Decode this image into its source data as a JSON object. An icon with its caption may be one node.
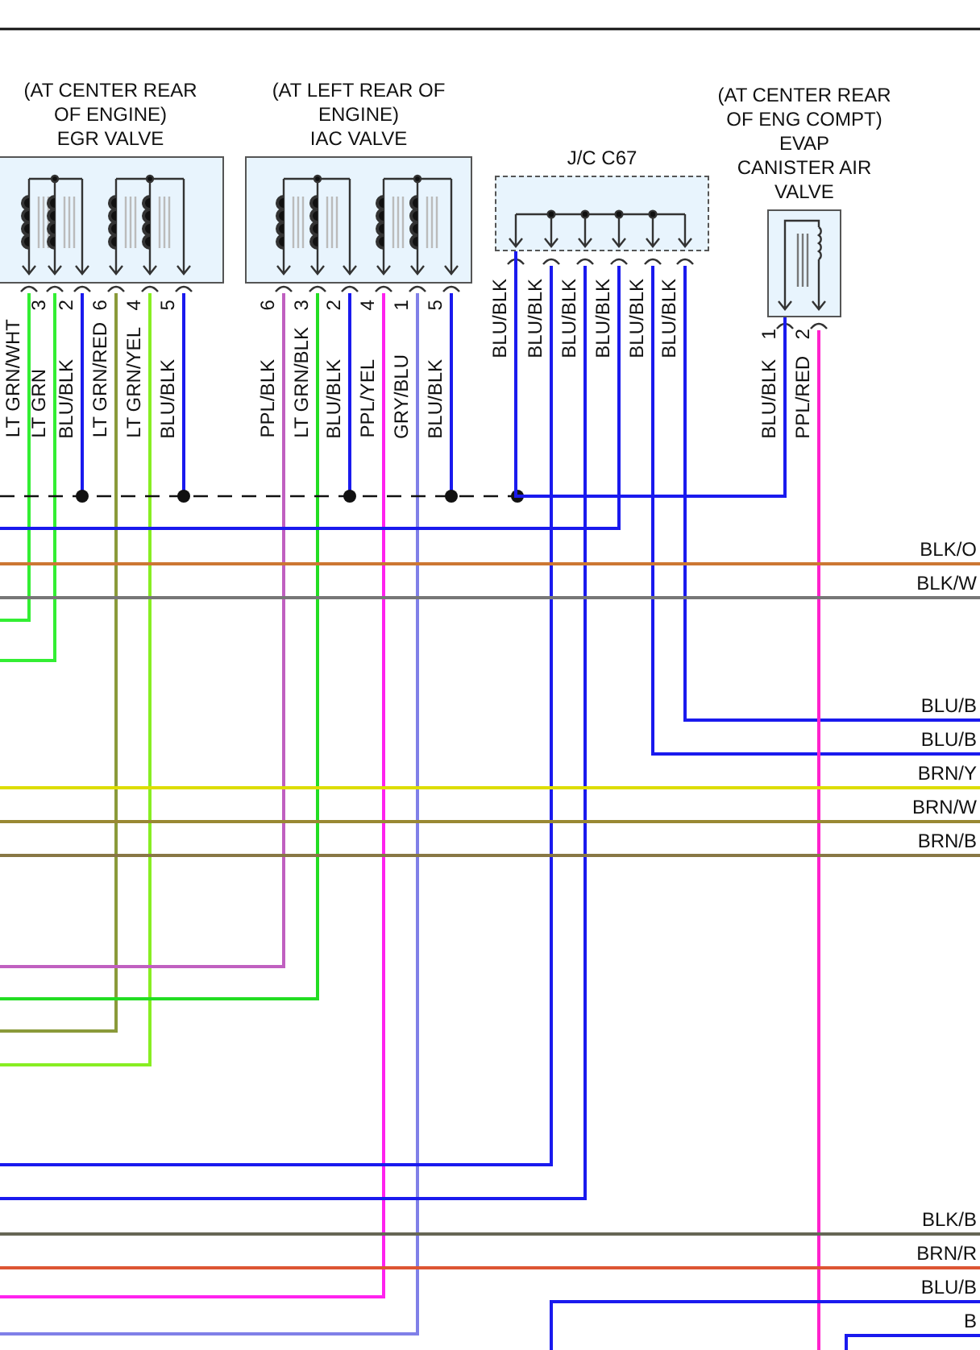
{
  "diagram": {
    "nodes": [
      {
        "text": [
          "(AT CENTER REAR OF ENGINE)",
          "EGR VALVE"
        ]
      },
      {
        "text": [
          "(AT LEFT REAR OF ENGINE)",
          "IAC VALVE"
        ]
      },
      {
        "text": [
          "J/C C67"
        ]
      },
      {
        "text": [
          "(AT CENTER REAR OF ENG COMPT)",
          "EVAP CANISTER AIR VALVE"
        ]
      }
    ],
    "edges": [
      {
        "from": 3,
        "to": 2,
        "arrow": "none"
      }
    ],
    "labels": [
      "LT GRN/WHT",
      "3",
      "LT GRN",
      "2",
      "BLU/BLK",
      "6",
      "LT GRN/RED",
      "4",
      "LT GRN/YEL",
      "5",
      "BLU/BLK",
      "6",
      "PPL/BLK",
      "3",
      "LT GRN/BLK",
      "2",
      "BLU/BLK",
      "4",
      "PPL/YEL",
      "1",
      "GRY/BLU",
      "5",
      "BLU/BLK",
      "BLU/BLK",
      "BLU/BLK",
      "BLU/BLK",
      "BLU/BLK",
      "BLU/BLK",
      "BLU/BLK",
      "BLU/BLK",
      "1",
      "PPL/RED",
      "2",
      "BLK/O",
      "BLK/W",
      "BLU/B",
      "BLU/B",
      "BRN/Y",
      "BRN/W",
      "BRN/B",
      "BLK/B",
      "BRN/R",
      "BLU/B",
      "B"
    ]
  }
}
